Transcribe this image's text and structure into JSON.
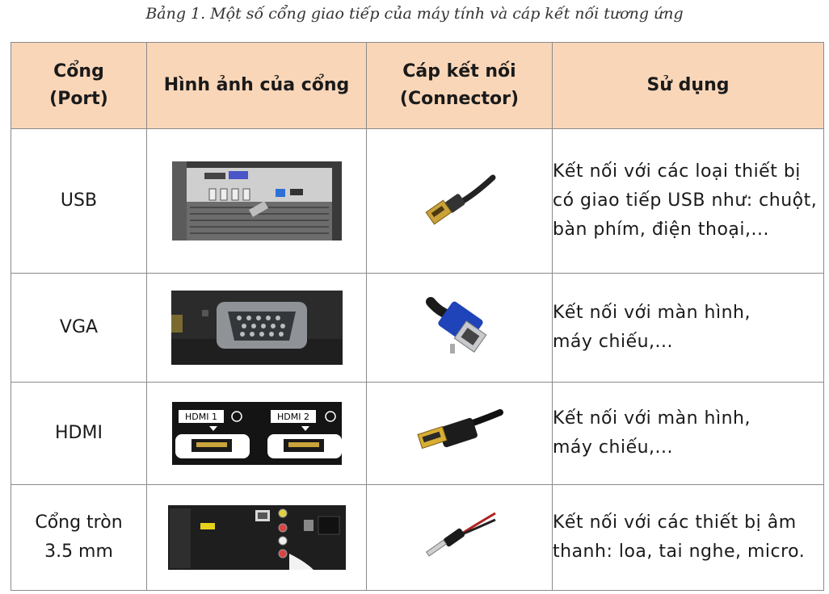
{
  "caption": "Bảng 1. Một số cổng giao tiếp của máy tính và cáp kết nối tương ứng",
  "headers": {
    "port_line1": "Cổng",
    "port_line2": "(Port)",
    "image": "Hình ảnh của cổng",
    "connector_line1": "Cáp kết nối",
    "connector_line2": "(Connector)",
    "usage": "Sử dụng"
  },
  "rows": [
    {
      "port_line1": "USB",
      "port_line2": "",
      "port_image": "usb-port-photo",
      "connector_image": "usb-cable-photo",
      "usage_lines": [
        "Kết nối với các loại thiết bị",
        "có giao tiếp USB như: chuột,",
        "bàn phím, điện thoại,..."
      ]
    },
    {
      "port_line1": "VGA",
      "port_line2": "",
      "port_image": "vga-port-photo",
      "connector_image": "vga-cable-photo",
      "usage_lines": [
        "Kết nối với màn hình,",
        "máy chiếu,..."
      ]
    },
    {
      "port_line1": "HDMI",
      "port_line2": "",
      "port_image": "hdmi-port-photo",
      "connector_image": "hdmi-cable-photo",
      "port_image_labels": [
        "HDMI 1",
        "HDMI 2"
      ],
      "usage_lines": [
        "Kết nối với màn hình,",
        "máy chiếu,..."
      ]
    },
    {
      "port_line1": "Cổng tròn",
      "port_line2": "3.5 mm",
      "port_image": "audio-jack-port-photo",
      "connector_image": "audio-jack-cable-photo",
      "usage_lines": [
        "Kết nối với các thiết bị âm",
        "thanh: loa, tai nghe, micro."
      ]
    }
  ]
}
